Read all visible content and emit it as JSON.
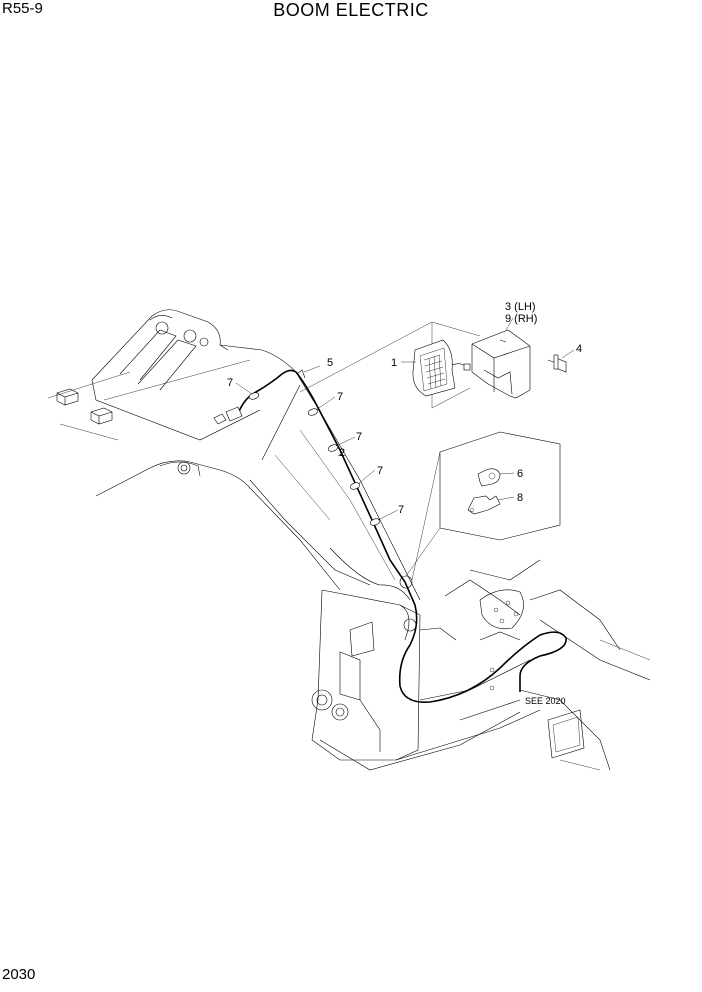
{
  "header": {
    "model": "R55-9",
    "title": "BOOM ELECTRIC"
  },
  "footer": {
    "page_number": "2030"
  },
  "callouts": {
    "lamp": "1",
    "harness": "2",
    "bracket_lh": "3 (LH)",
    "bracket_rh": "9 (RH)",
    "bolt": "4",
    "tie_5": "5",
    "clamp": "6",
    "tie_7": "7",
    "plate_clamp": "8"
  },
  "reference": {
    "see": "SEE 2020"
  }
}
